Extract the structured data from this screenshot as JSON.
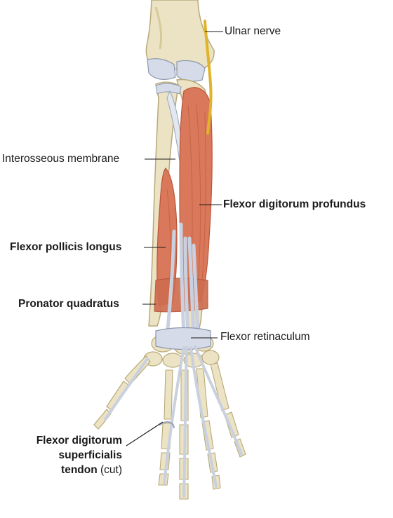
{
  "labels": {
    "ulnar_nerve": "Ulnar nerve",
    "interosseous_membrane": "Interosseous membrane",
    "fdp": "Flexor digitorum profundus",
    "fpl": "Flexor pollicis longus",
    "pronator_quadratus": "Pronator quadratus",
    "flexor_retinaculum": "Flexor retinaculum",
    "fds_line1": "Flexor digitorum",
    "fds_line2": "superficialis",
    "fds_line3_bold": "tendon",
    "fds_line3_plain": " (cut)"
  },
  "colors": {
    "bone": "#ece3c4",
    "bone_edge": "#b8a978",
    "muscle": "#d9785a",
    "muscle_dark": "#b9553b",
    "tendon": "#c9d0df",
    "tendon_edge": "#8d97ad",
    "nerve": "#e0b32a",
    "leader": "#1a1a1a"
  }
}
